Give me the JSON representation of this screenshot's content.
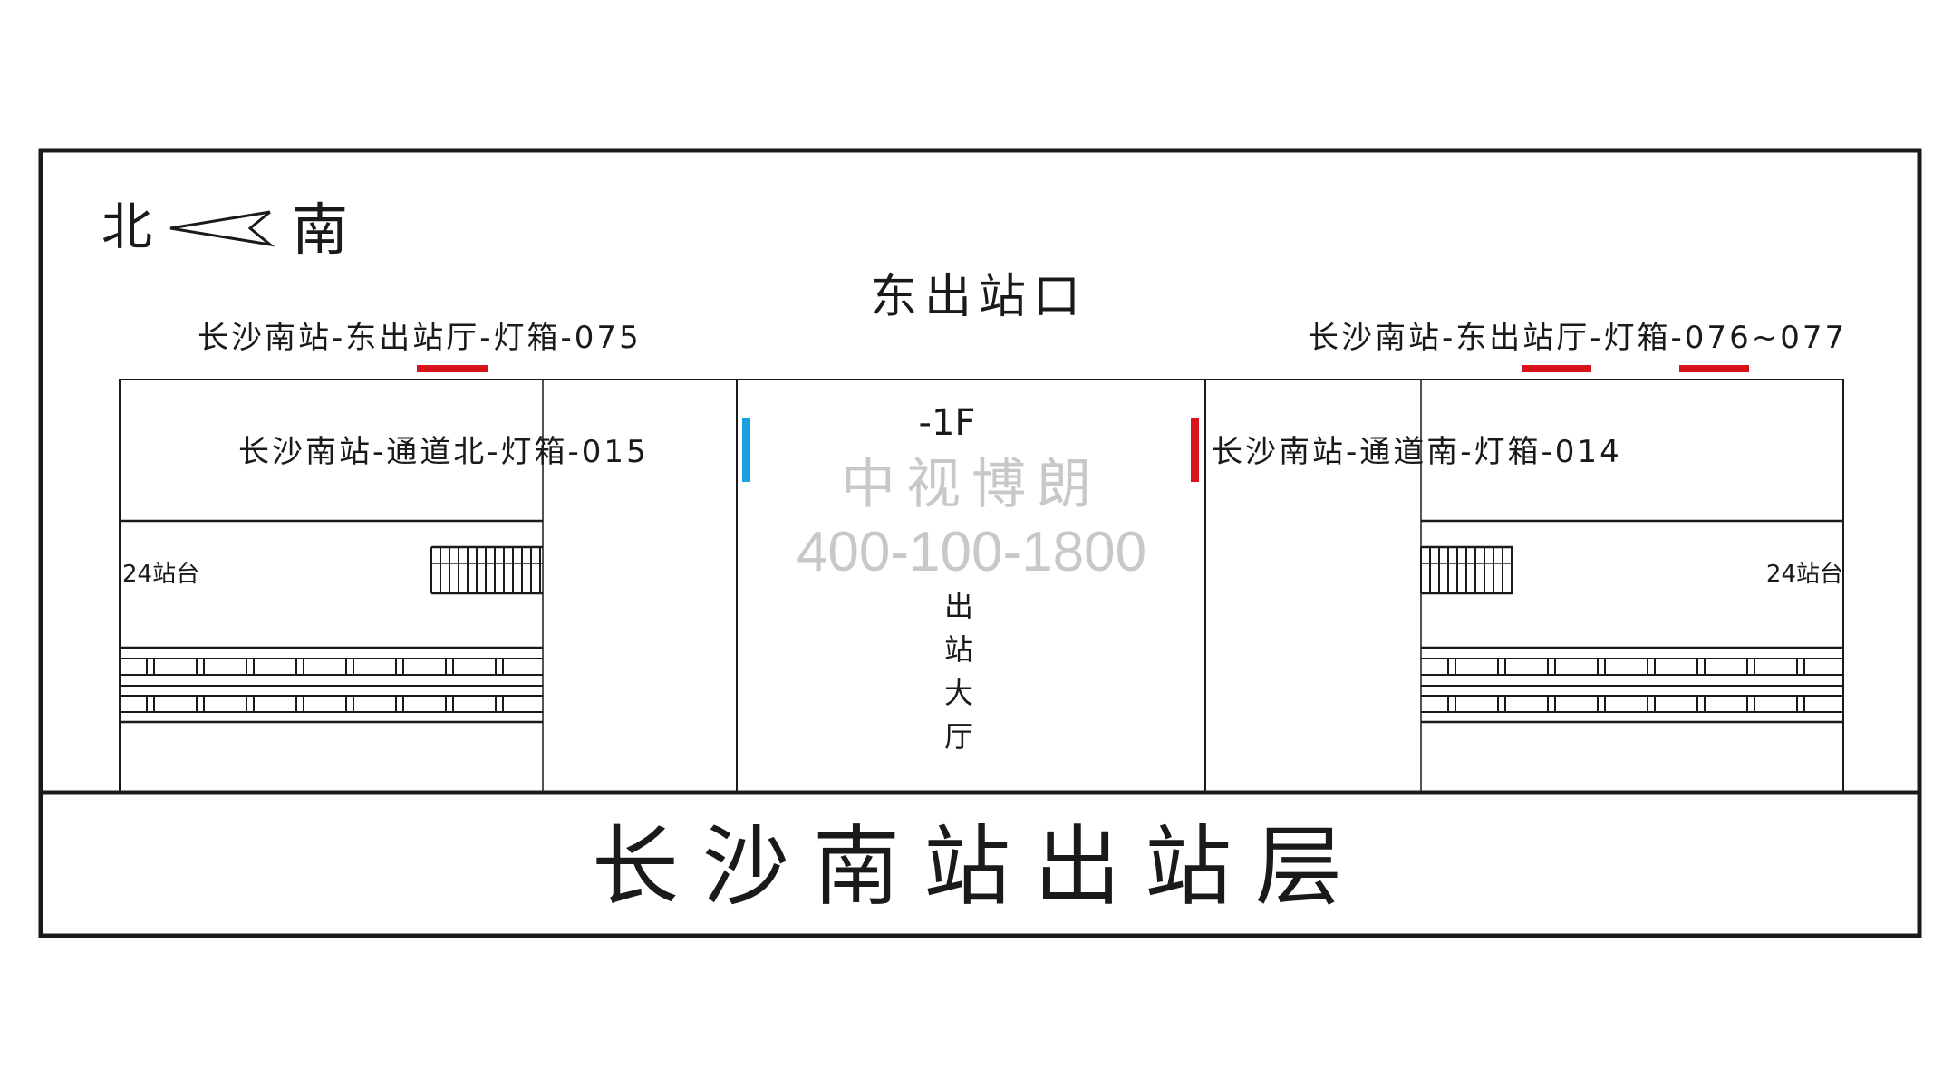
{
  "compass": {
    "north": "北",
    "south": "南"
  },
  "exit_name": "东出站口",
  "labels": {
    "top_left": "长沙南站-东出站厅-灯箱-075",
    "top_right": "长沙南站-东出站厅-灯箱-076~077",
    "passage_north": "长沙南站-通道北-灯箱-015",
    "passage_south": "长沙南站-通道南-灯箱-014"
  },
  "floor": "-1F",
  "hall": [
    "出",
    "站",
    "大",
    "厅"
  ],
  "platform_left": "24站台",
  "platform_right": "24站台",
  "watermark": {
    "name": "中视博朗",
    "phone": "400-100-1800"
  },
  "footer_title": "长沙南站出站层",
  "colors": {
    "marker_red": "#d7141c",
    "marker_blue": "#1ea0e0",
    "line": "#1a1a1a"
  }
}
